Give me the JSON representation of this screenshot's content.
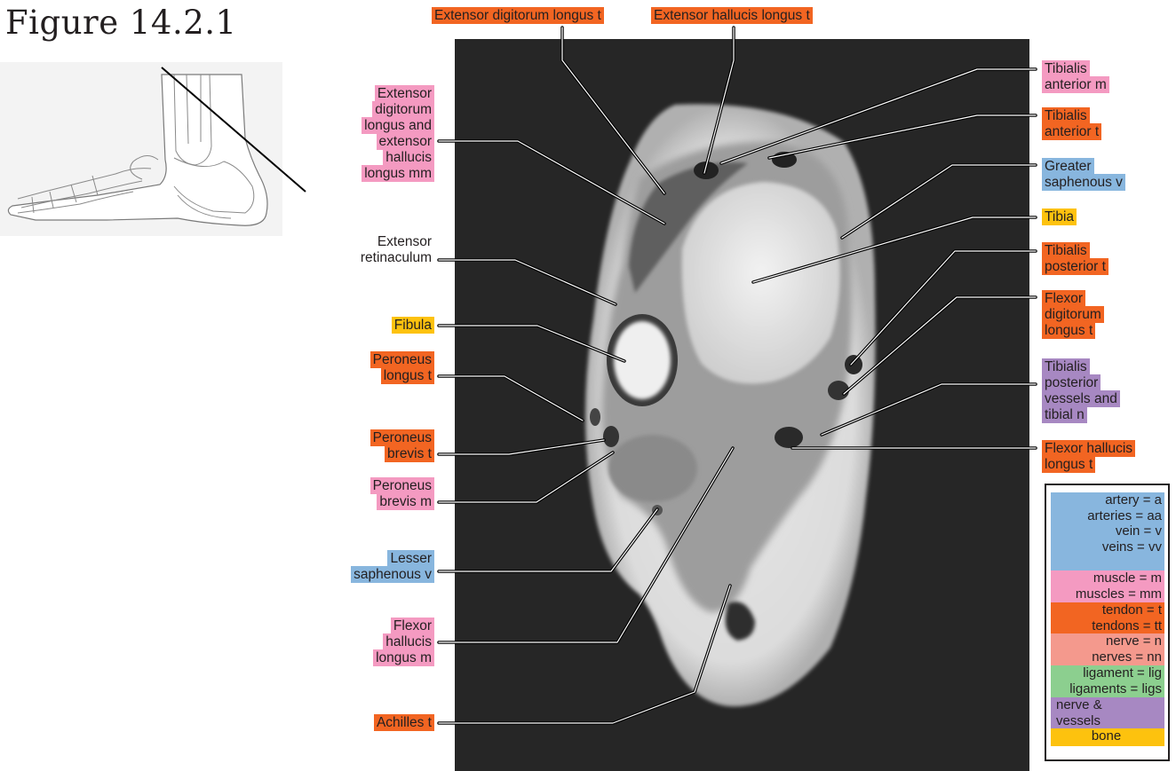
{
  "figure_title": "Figure 14.2.1",
  "colors": {
    "tendon": "#f26522",
    "muscle": "#f49ac1",
    "vessel": "#88b6de",
    "nerve": "#f4998d",
    "ligament": "#8ccf8f",
    "nerve_vessels": "#a788c2",
    "bone": "#fdc20e"
  },
  "labels": {
    "ext_dig_longus_t": "Extensor digitorum longus t",
    "ext_hal_longus_t": "Extensor hallucis longus t",
    "ext_mm_1": "Extensor",
    "ext_mm_2": "digitorum",
    "ext_mm_3": "longus and",
    "ext_mm_4": "extensor",
    "ext_mm_5": "hallucis",
    "ext_mm_6": "longus mm",
    "ext_ret_1": "Extensor",
    "ext_ret_2": "retinaculum",
    "fibula": "Fibula",
    "per_long_1": "Peroneus",
    "per_long_2": "longus t",
    "per_brev_t_1": "Peroneus",
    "per_brev_t_2": "brevis t",
    "per_brev_m_1": "Peroneus",
    "per_brev_m_2": "brevis m",
    "less_saph_1": "Lesser",
    "less_saph_2": "saphenous v",
    "fhl_m_1": "Flexor",
    "fhl_m_2": "hallucis",
    "fhl_m_3": "longus m",
    "achilles": "Achilles t",
    "tib_ant_m_1": "Tibialis",
    "tib_ant_m_2": "anterior m",
    "tib_ant_t_1": "Tibialis",
    "tib_ant_t_2": "anterior t",
    "gr_saph_1": "Greater",
    "gr_saph_2": "saphenous v",
    "tibia": "Tibia",
    "tib_post_t_1": "Tibialis",
    "tib_post_t_2": "posterior t",
    "fdl_1": "Flexor",
    "fdl_2": "digitorum",
    "fdl_3": "longus t",
    "tib_post_vn_1": "Tibialis",
    "tib_post_vn_2": "posterior",
    "tib_post_vn_3": "vessels and",
    "tib_post_vn_4": "tibial n",
    "fhl_t_1": "Flexor hallucis",
    "fhl_t_2": "longus t"
  },
  "key": {
    "artery": "artery = a",
    "arteries": "arteries = aa",
    "vein": "vein = v",
    "veins": "veins = vv",
    "muscle": "muscle = m",
    "muscles": "muscles = mm",
    "tendon": "tendon = t",
    "tendons": "tendons = tt",
    "nerve": "nerve = n",
    "nerves": "nerves = nn",
    "ligament": "ligament = lig",
    "ligaments": "ligaments = ligs",
    "nv_1": "nerve &",
    "nv_2": "vessels",
    "bone": "bone"
  }
}
